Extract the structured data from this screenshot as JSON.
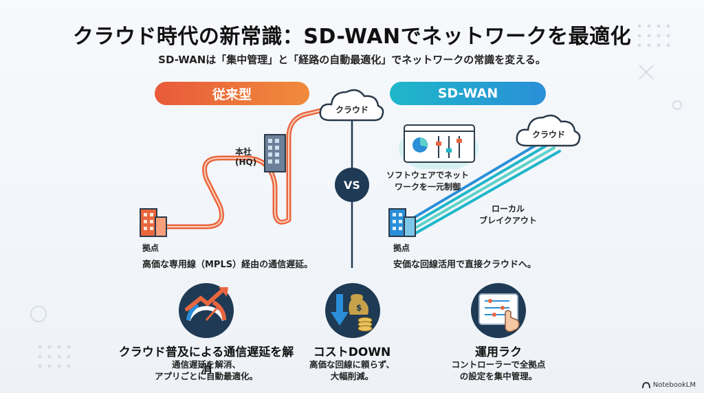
{
  "title": "クラウド時代の新常識：SD-WANでネットワークを最適化",
  "subtitle": "SD-WANは「集中管理」と「経路の自動最適化」でネットワークの常識を変える。",
  "legacy": {
    "label": "従来型",
    "cloud": "クラウド",
    "hq": "本社\n(HQ)",
    "hq_line1": "本社",
    "hq_line2": "(HQ)",
    "branch": "拠点",
    "desc": "高価な専用線（MPLS）経由の通信遅延。"
  },
  "vs": "VS",
  "sdwan": {
    "label": "SD-WAN",
    "cloud": "クラウド",
    "software_line1": "ソフトウェアでネット",
    "software_line2": "ワークを一元制御",
    "breakout_line1": "ローカル",
    "breakout_line2": "ブレイクアウト",
    "branch": "拠点",
    "desc": "安価な回線活用で直接クラウドへ。"
  },
  "features": [
    {
      "title": "クラウド普及による通信遅延を解消",
      "line1": "通信遅延を解消、",
      "line2": "アプリごとに自動最適化。",
      "icon": "speed-gauge-icon"
    },
    {
      "title": "コストDOWN",
      "line1": "高価な回線に頼らず、",
      "line2": "大幅削減。",
      "icon": "money-bag-icon"
    },
    {
      "title": "運用ラク",
      "line1": "コントローラーで全拠点",
      "line2": "の設定を集中管理。",
      "icon": "tablet-control-icon"
    }
  ],
  "brand": "NotebookLM",
  "colors": {
    "legacy_accent": "#e85a3a",
    "sdwan_accent": "#1fb7c9",
    "vs_bg": "#1e3a54"
  }
}
